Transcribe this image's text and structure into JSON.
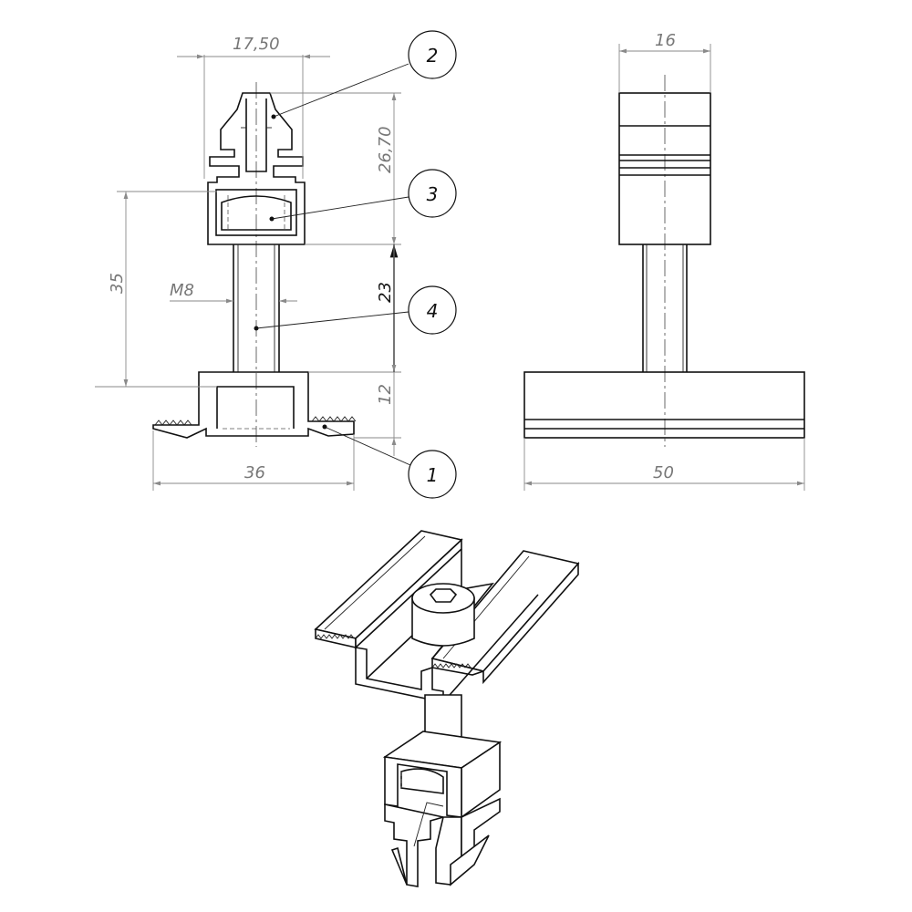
{
  "dimensions": {
    "top_width": "17,50",
    "head_height": "26,70",
    "overall_height": "35",
    "thread": "M8",
    "shaft_length": "23",
    "base_height": "12",
    "base_width_front": "36",
    "width_side": "16",
    "base_width_side": "50"
  },
  "balloons": [
    "1",
    "2",
    "3",
    "4"
  ]
}
